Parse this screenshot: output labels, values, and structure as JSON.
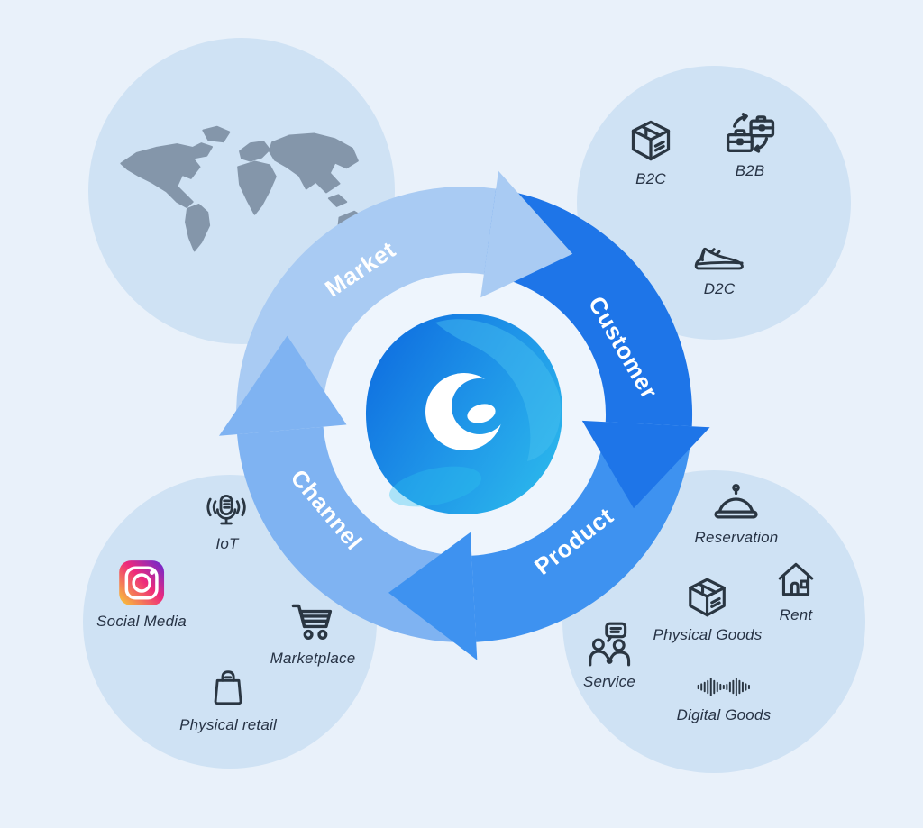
{
  "background": "#e9f1fa",
  "quadrant_circle_fill": "#cfe2f4",
  "icon_stroke": "#2a3642",
  "label_color": "#273345",
  "map_fill": "#8496aa",
  "instagram_colors": [
    "#f9ce34",
    "#ee2a7b",
    "#6228d7"
  ],
  "logo_colors": [
    "#0f6fe0",
    "#1f95e8",
    "#2cb9ec"
  ],
  "ring": {
    "inner_fill": "#eef5fd",
    "segments": [
      {
        "label": "Market",
        "color": "#a9cbf3",
        "body_start": 265,
        "body_end": 368,
        "head_tip": 394
      },
      {
        "label": "Customer",
        "color": "#1e75e8",
        "body_start": 8,
        "body_end": 93,
        "head_tip": 119
      },
      {
        "label": "Product",
        "color": "#3e92f0",
        "body_start": 93,
        "body_end": 177,
        "head_tip": 203
      },
      {
        "label": "Channel",
        "color": "#7fb3f2",
        "body_start": 177,
        "body_end": 265,
        "head_tip": 294
      }
    ]
  },
  "groups": {
    "customer": {
      "items": [
        {
          "icon": "package-icon",
          "label": "B2C"
        },
        {
          "icon": "briefcase-exchange-icon",
          "label": "B2B"
        },
        {
          "icon": "sneaker-icon",
          "label": "D2C"
        }
      ]
    },
    "channel": {
      "items": [
        {
          "icon": "iot-microphone-icon",
          "label": "IoT"
        },
        {
          "icon": "instagram-icon",
          "label": "Social Media"
        },
        {
          "icon": "shopping-cart-icon",
          "label": "Marketplace"
        },
        {
          "icon": "shopping-bag-icon",
          "label": "Physical retail"
        }
      ]
    },
    "product": {
      "items": [
        {
          "icon": "cloche-icon",
          "label": "Reservation"
        },
        {
          "icon": "house-icon",
          "label": "Rent"
        },
        {
          "icon": "package-icon",
          "label": "Physical Goods"
        },
        {
          "icon": "people-chat-icon",
          "label": "Service"
        },
        {
          "icon": "soundwave-icon",
          "label": "Digital Goods"
        }
      ]
    }
  }
}
